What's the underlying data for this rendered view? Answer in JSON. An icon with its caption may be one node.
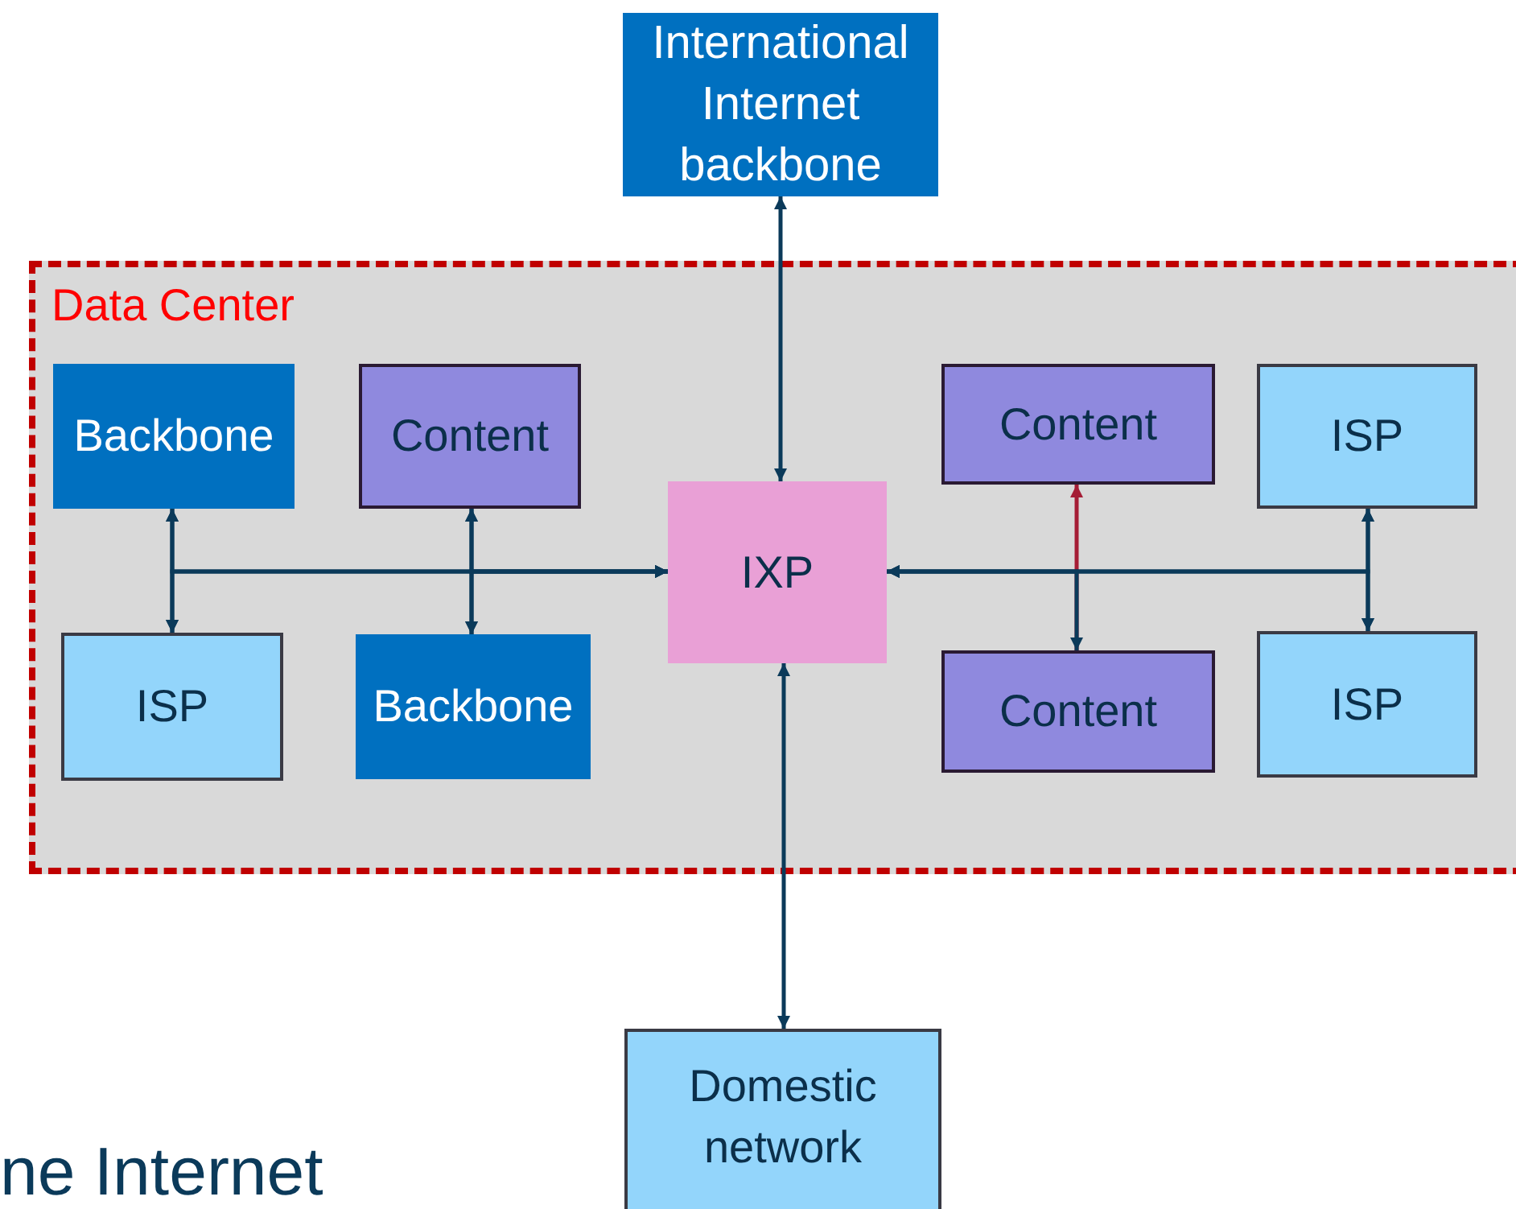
{
  "diagram": {
    "nodes": [
      {
        "text": [
          "International Internet backbone"
        ]
      },
      {
        "text": [
          "Data Center"
        ]
      },
      {
        "text": [
          "Backbone"
        ],
        "in": 1
      },
      {
        "text": [
          "Content"
        ],
        "in": 1
      },
      {
        "text": [
          "IXP"
        ],
        "in": 1
      },
      {
        "text": [
          "Content"
        ],
        "in": 1
      },
      {
        "text": [
          "ISP"
        ],
        "in": 1
      },
      {
        "text": [
          "ISP"
        ],
        "in": 1
      },
      {
        "text": [
          "Backbone"
        ],
        "in": 1
      },
      {
        "text": [
          "Content"
        ],
        "in": 1
      },
      {
        "text": [
          "ISP"
        ],
        "in": 1
      },
      {
        "text": [
          "Domestic network"
        ]
      }
    ],
    "edges": [
      {
        "from": 9,
        "to": 5,
        "arrow": "to",
        "color": "#a51d36"
      },
      {
        "from": 4,
        "to": 0,
        "arrow": "both"
      },
      {
        "from": 4,
        "to": 11,
        "arrow": "both"
      },
      {
        "from": 2,
        "to": 7,
        "arrow": "both"
      },
      {
        "from": 3,
        "to": 8,
        "arrow": "both"
      },
      {
        "from": 2,
        "to": 4,
        "arrow": "both"
      },
      {
        "from": 7,
        "to": 4,
        "arrow": "both"
      },
      {
        "from": 3,
        "to": 4,
        "arrow": "both"
      },
      {
        "from": 8,
        "to": 4,
        "arrow": "both"
      },
      {
        "from": 9,
        "to": 4,
        "arrow": "both"
      },
      {
        "from": 6,
        "to": 4,
        "arrow": "both"
      },
      {
        "from": 10,
        "to": 4,
        "arrow": "both"
      },
      {
        "from": 6,
        "to": 10,
        "arrow": "both"
      }
    ],
    "labels": [
      "ne Internet"
    ]
  }
}
